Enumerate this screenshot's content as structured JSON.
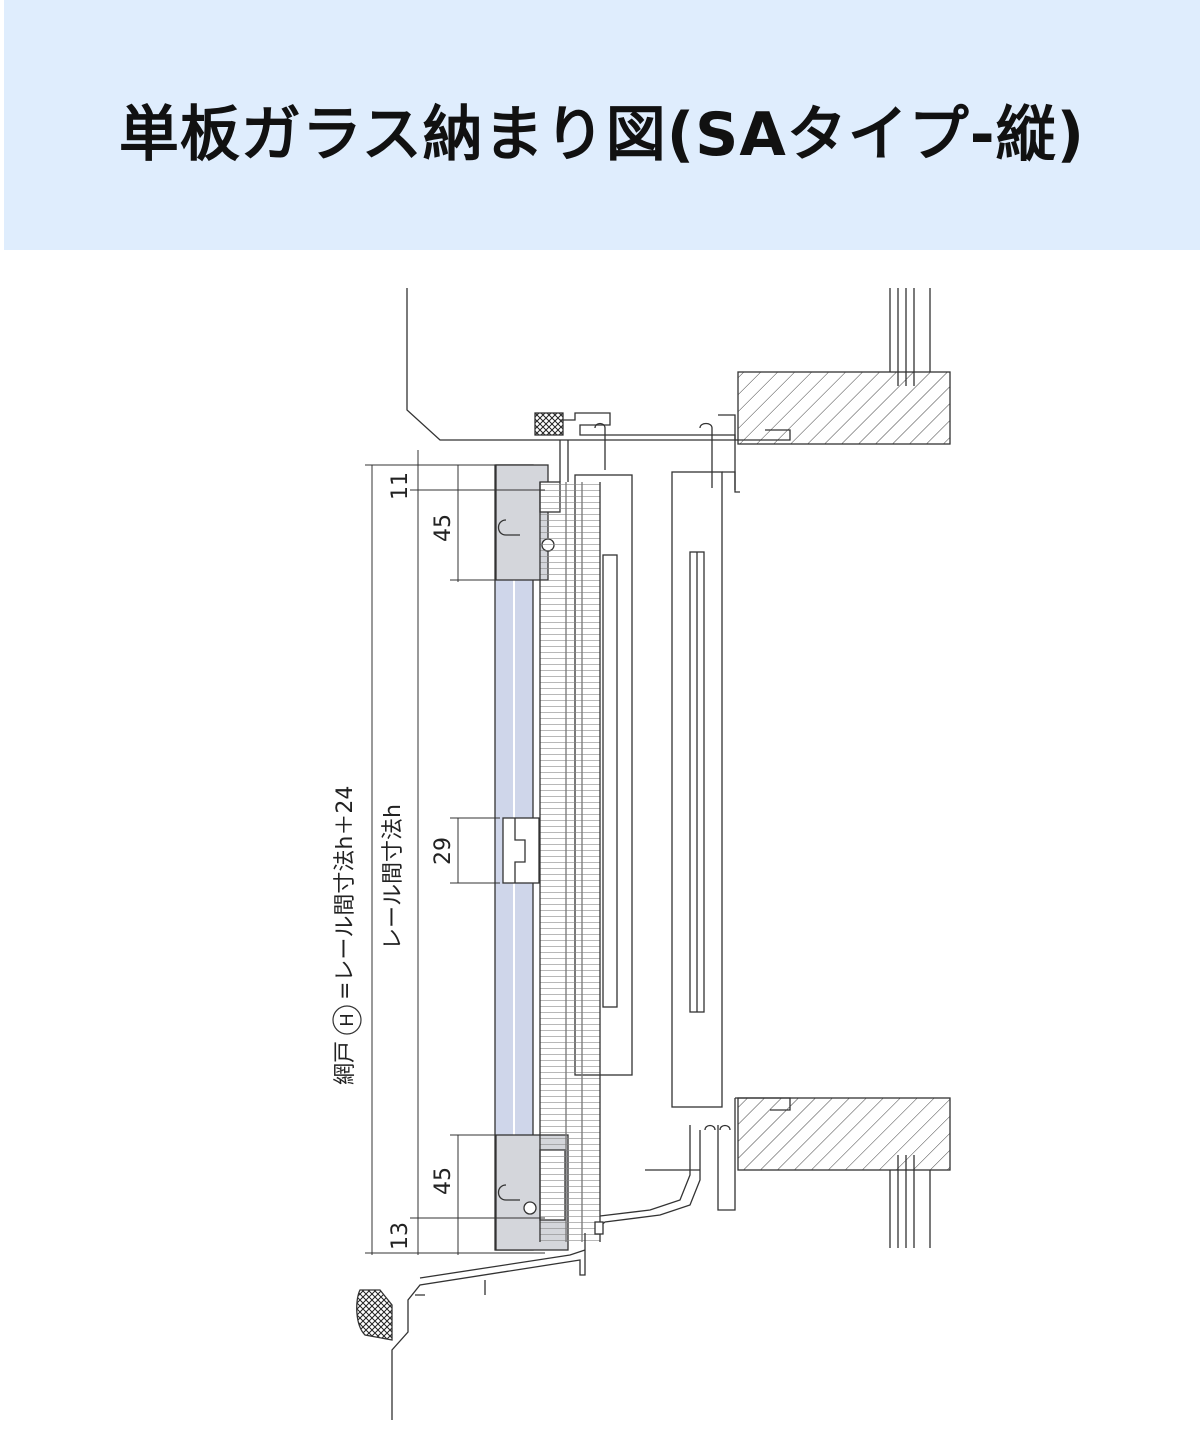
{
  "title": "単板ガラス納まり図(SAタイプ-縦)",
  "labels": {
    "screen_height_prefix": "網戸",
    "screen_height_circle": "H",
    "screen_height_suffix": "=レール間寸法h＋24",
    "rail_distance": "レール間寸法h"
  },
  "dimensions": {
    "top_gap": "11",
    "top_frame": "45",
    "middle_bar": "29",
    "bottom_frame": "45",
    "bottom_gap": "13"
  },
  "colors": {
    "header_bg": "#dfedfd",
    "line": "#333333",
    "glass": "#cfd6ea"
  }
}
